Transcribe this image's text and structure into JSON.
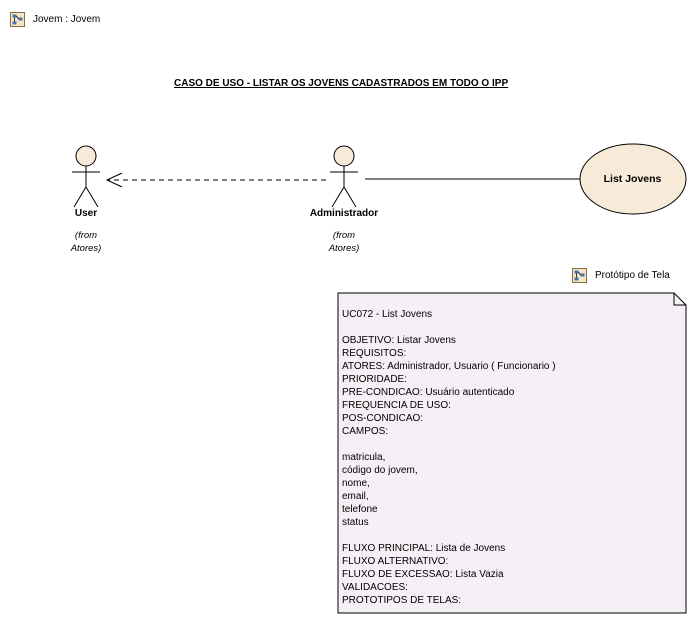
{
  "diagram_link": {
    "label": "Jovem : Jovem",
    "icon": "diagram-icon"
  },
  "prototype_link": {
    "label": "Protótipo de Tela",
    "icon": "diagram-icon"
  },
  "title": "CASO DE USO - LISTAR OS JOVENS CADASTRADOS EM TODO O IPP",
  "actors": [
    {
      "name": "User",
      "from_line1": "(from",
      "from_line2": "Atores)"
    },
    {
      "name": "Administrador",
      "from_line1": "(from",
      "from_line2": "Atores)"
    }
  ],
  "use_case": {
    "name": "List Jovens"
  },
  "note": {
    "lines": [
      "UC072 - List Jovens",
      "",
      "OBJETIVO: Listar Jovens",
      "REQUISITOS:",
      "ATORES: Administrador, Usuario ( Funcionario )",
      "PRIORIDADE:",
      "PRE-CONDICAO: Usuário autenticado",
      "FREQUENCIA DE USO:",
      "POS-CONDICAO:",
      "CAMPOS:",
      "",
      "matricula,",
      "código do jovem,",
      "nome,",
      "email,",
      "telefone",
      "status",
      "",
      "FLUXO PRINCIPAL: Lista de Jovens",
      "FLUXO ALTERNATIVO:",
      "FLUXO DE EXCESSAO: Lista Vazia",
      "VALIDACOES:",
      "PROTOTIPOS DE TELAS:"
    ]
  },
  "colors": {
    "actor_head": "#f8ead8",
    "use_case_fill": "#f8ead8",
    "note_fill": "#f5f0f5",
    "line": "#000000"
  }
}
